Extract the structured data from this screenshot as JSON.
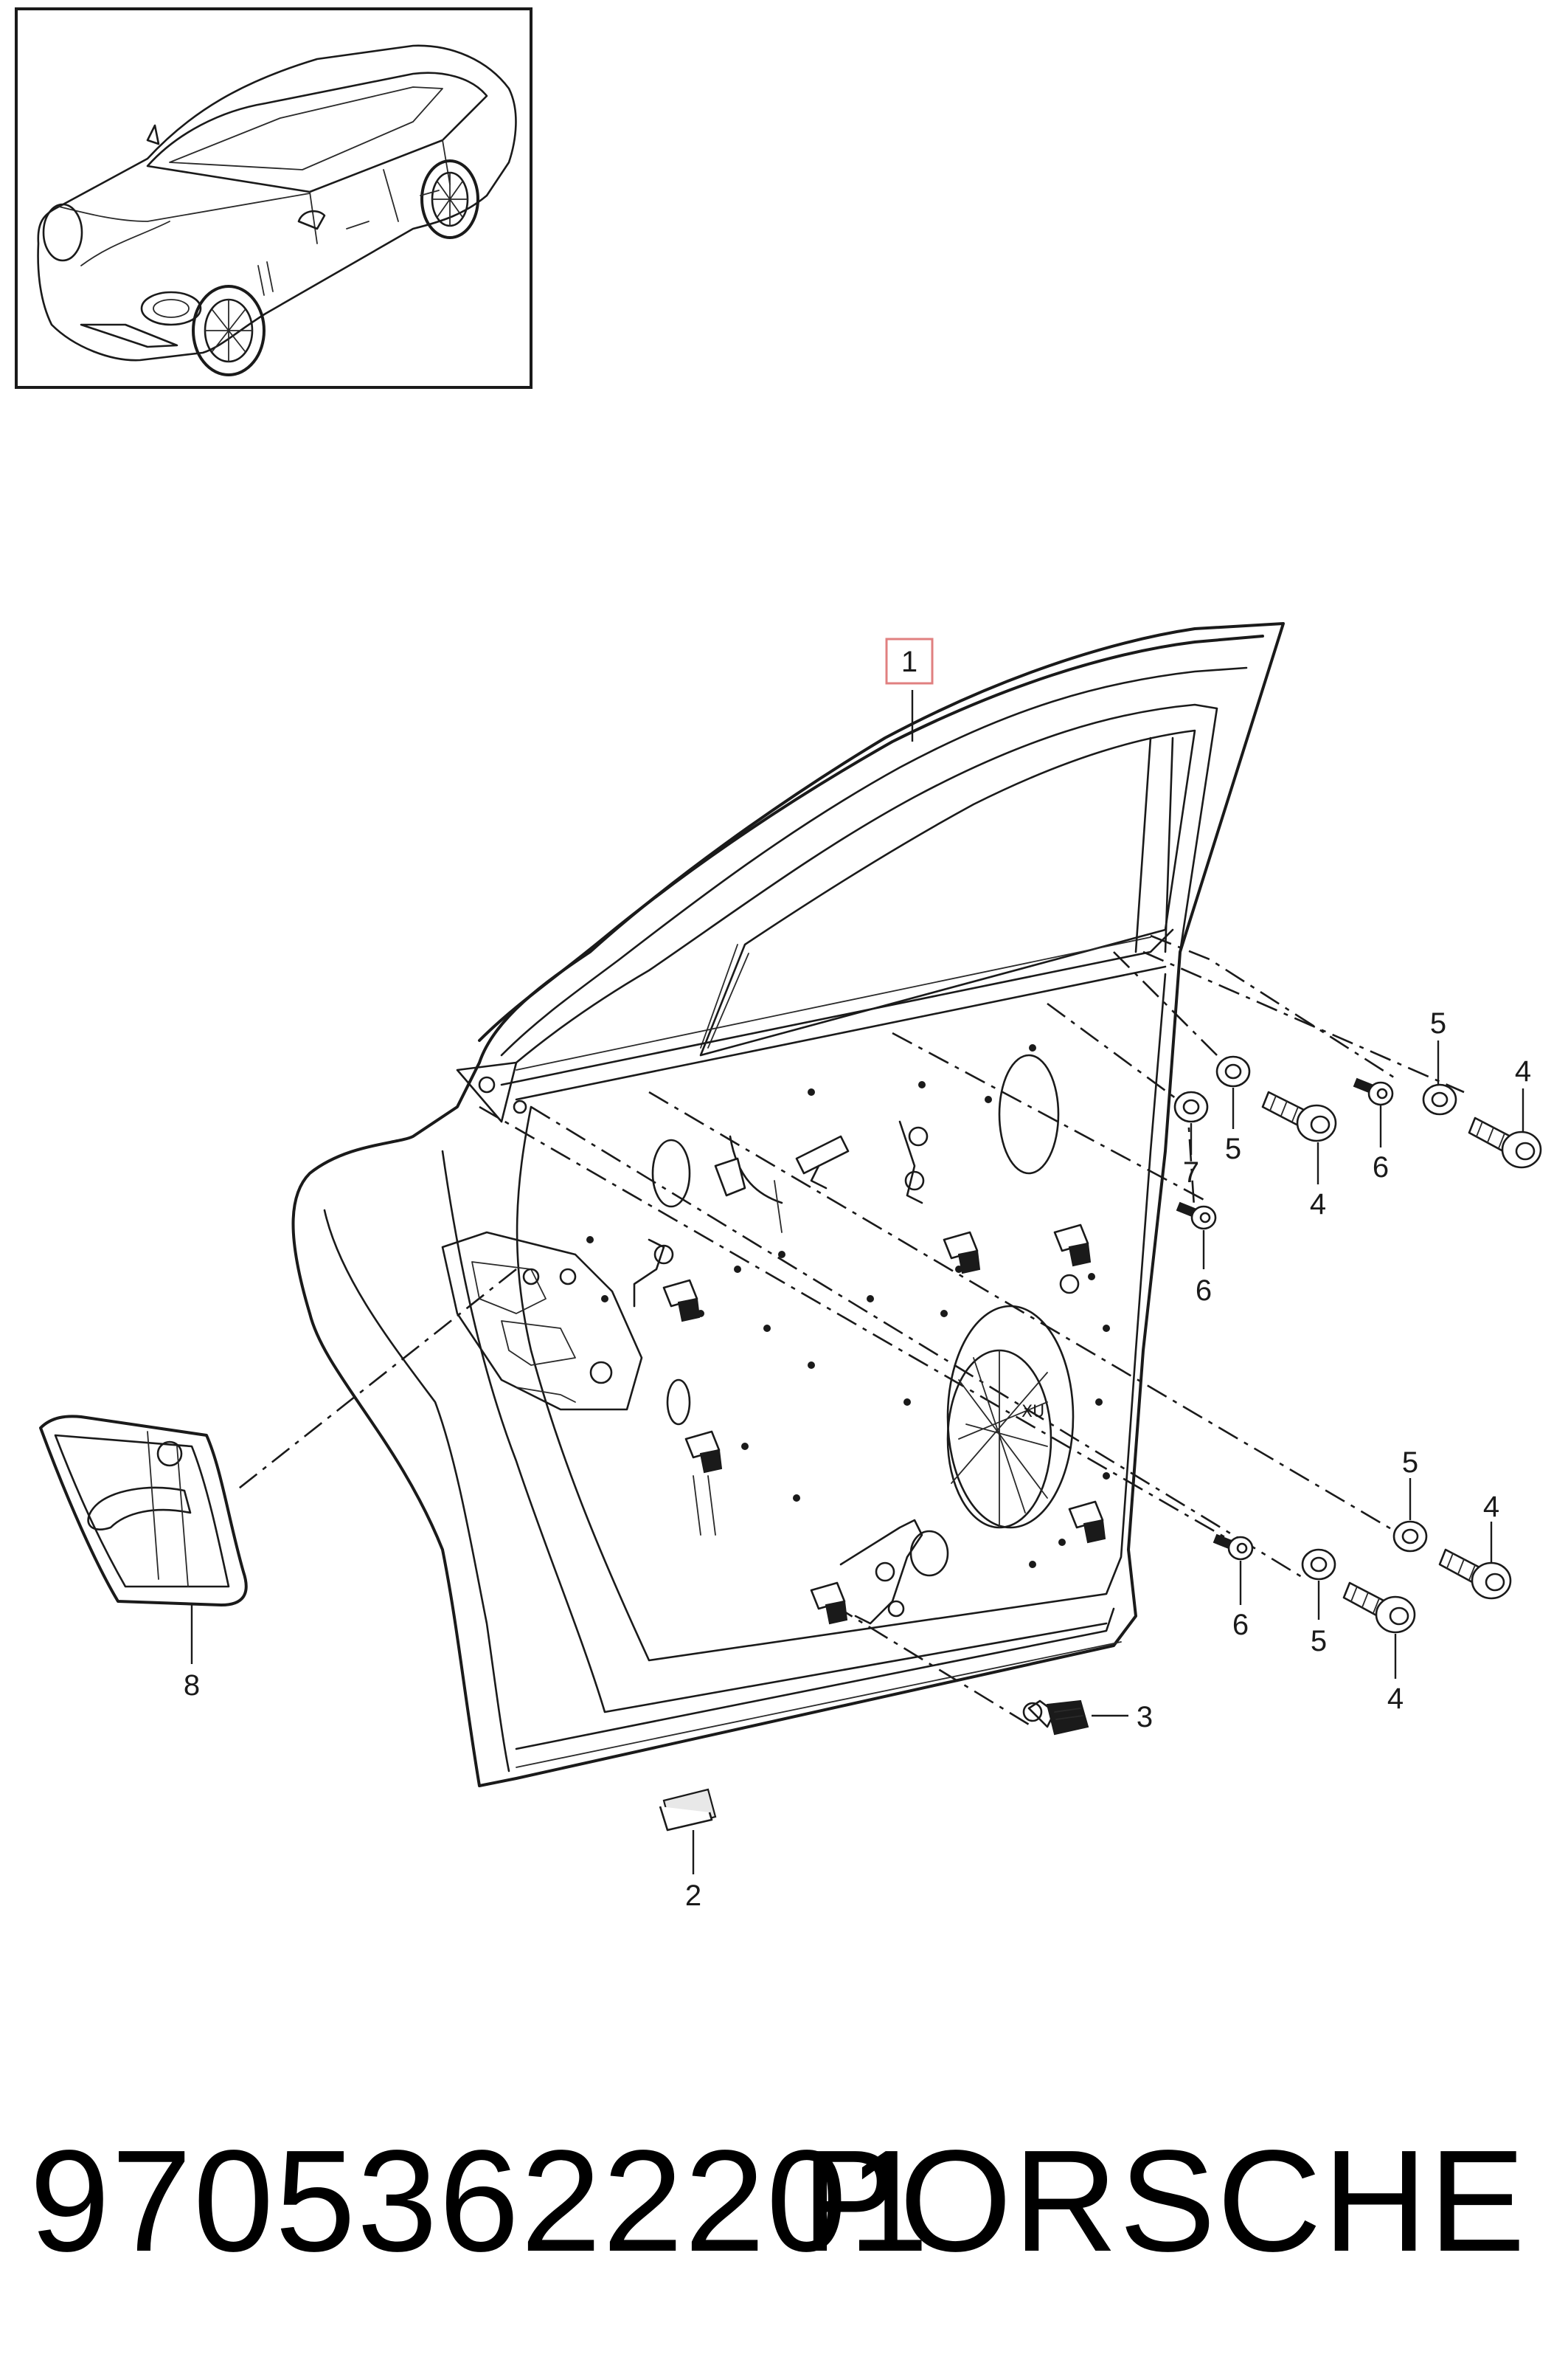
{
  "footer": {
    "part_number": "9705362220​1",
    "brand": "PORSCHE"
  },
  "callouts": {
    "c1": "1",
    "c2": "2",
    "c3": "3",
    "c4": "4",
    "c5": "5",
    "c6": "6",
    "c7": "7",
    "c8": "8"
  },
  "colors": {
    "line": "#1a1a1a",
    "highlight_box": "#e08080",
    "background": "#ffffff"
  }
}
